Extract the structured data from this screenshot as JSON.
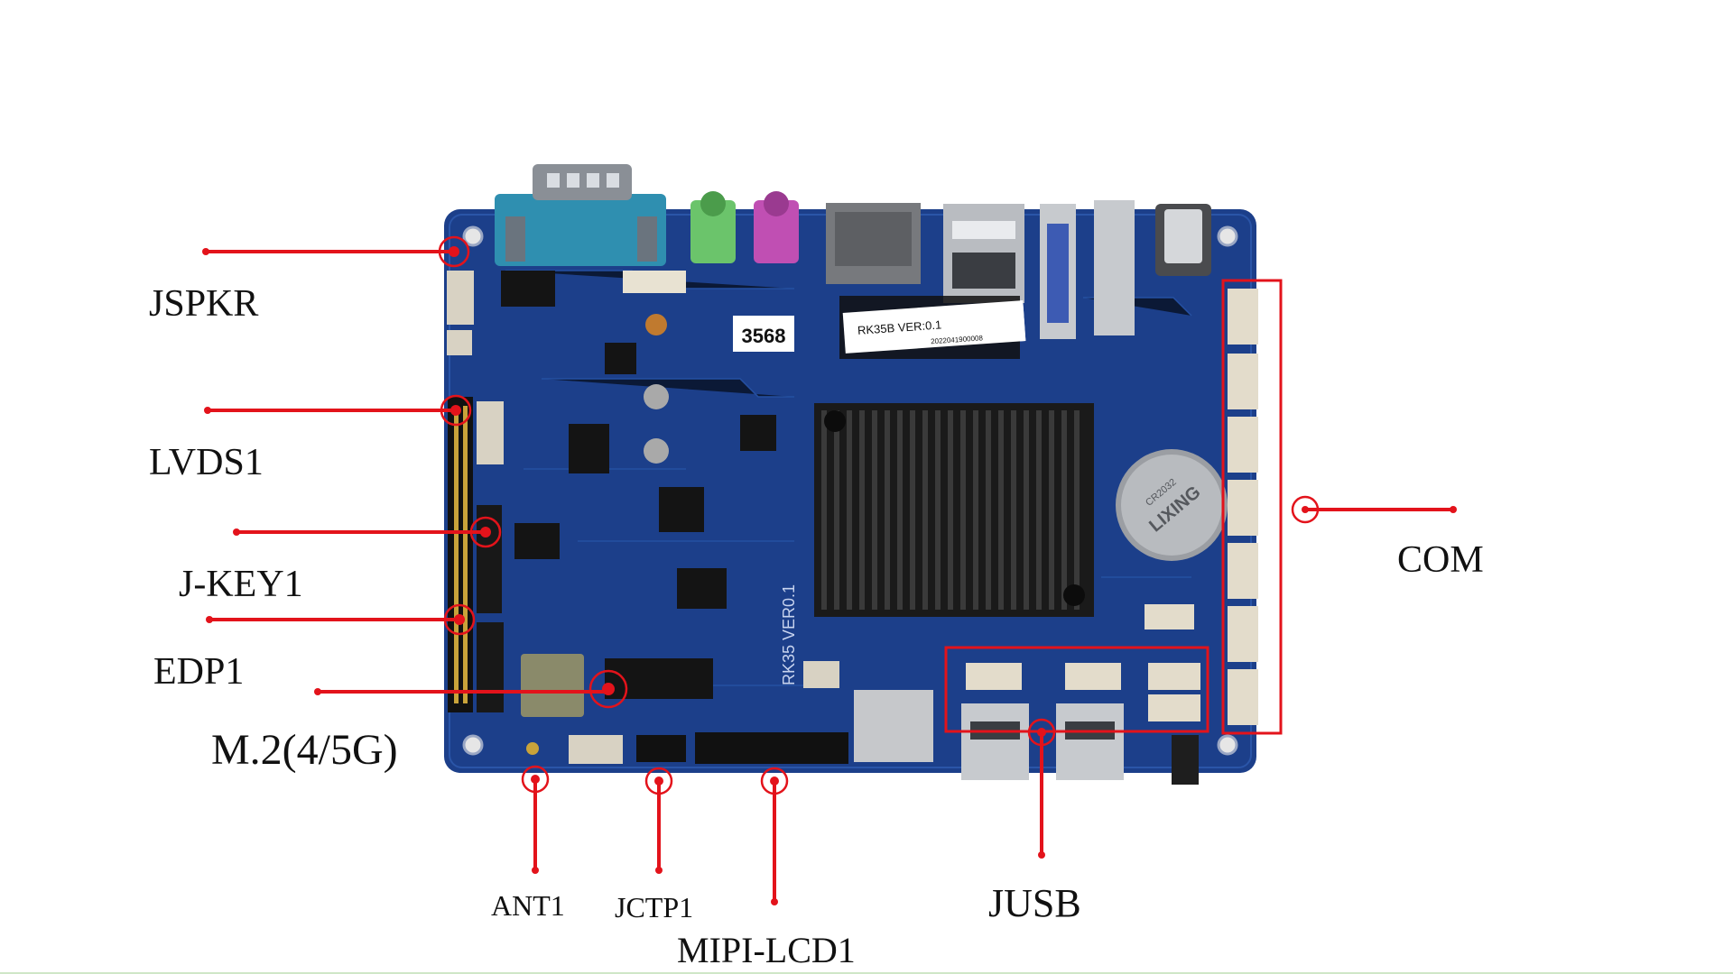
{
  "board": {
    "chip_label": "3568",
    "sticker_label": "RK35B  VER:0.1",
    "sticker_serial": "2022041900008",
    "silkscreen": "RK35 VER0.1",
    "battery_text": "LIXING",
    "battery_model": "CR2032",
    "colors": {
      "pcb": "#1c3f8a",
      "heatsink": "#1a1a1a",
      "callout": "#e3131b",
      "serial_port": "#2f8fb0",
      "audio_green": "#6bc46b",
      "audio_pink": "#c04fb3"
    }
  },
  "labels": {
    "jspkr": "JSPKR",
    "lvds1": "LVDS1",
    "jkey1": "J-KEY1",
    "edp1": "EDP1",
    "m2": "M.2(4/5G)",
    "com": "COM",
    "ant1": "ANT1",
    "jctp1": "JCTP1",
    "mipi_lcd1": "MIPI-LCD1",
    "jusb": "JUSB"
  }
}
